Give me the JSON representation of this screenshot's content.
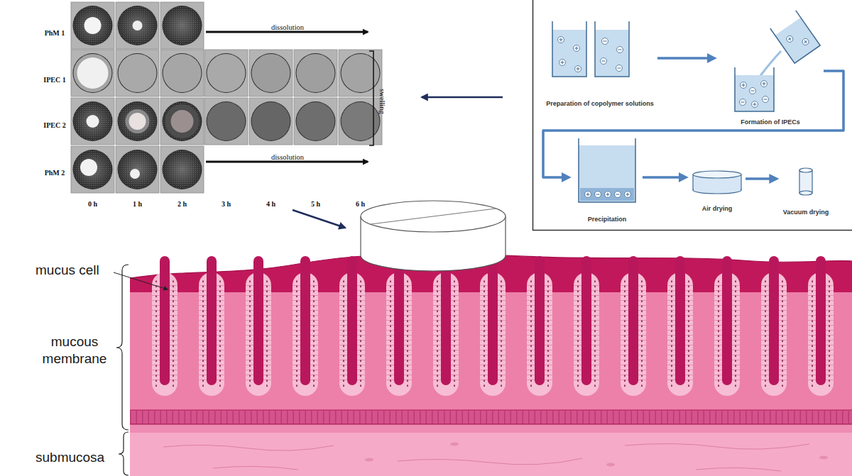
{
  "diagram": {
    "nodes": [
      {
        "text": [
          "Preparation of copolymer solutions"
        ]
      },
      {
        "text": [
          "Formation of IPECs"
        ]
      },
      {
        "text": [
          "Precipitation"
        ]
      },
      {
        "text": [
          "Air drying"
        ]
      },
      {
        "text": [
          "Vacuum drying"
        ]
      }
    ],
    "edges": [
      {
        "from": 0,
        "to": 1,
        "arrow": "to"
      },
      {
        "from": 1,
        "to": 2,
        "arrow": "to"
      },
      {
        "from": 2,
        "to": 3,
        "arrow": "to"
      },
      {
        "from": 3,
        "to": 4,
        "arrow": "to"
      }
    ],
    "labels": [
      "PhM 1",
      "IPEC 1",
      "IPEC 2",
      "PhM 2",
      "dissolution",
      "dissolution",
      "swelling",
      "0 h",
      "1 h",
      "2 h",
      "3 h",
      "4 h",
      "5 h",
      "6 h",
      "mucus cell",
      "mucous membrane",
      "submucosa"
    ]
  }
}
